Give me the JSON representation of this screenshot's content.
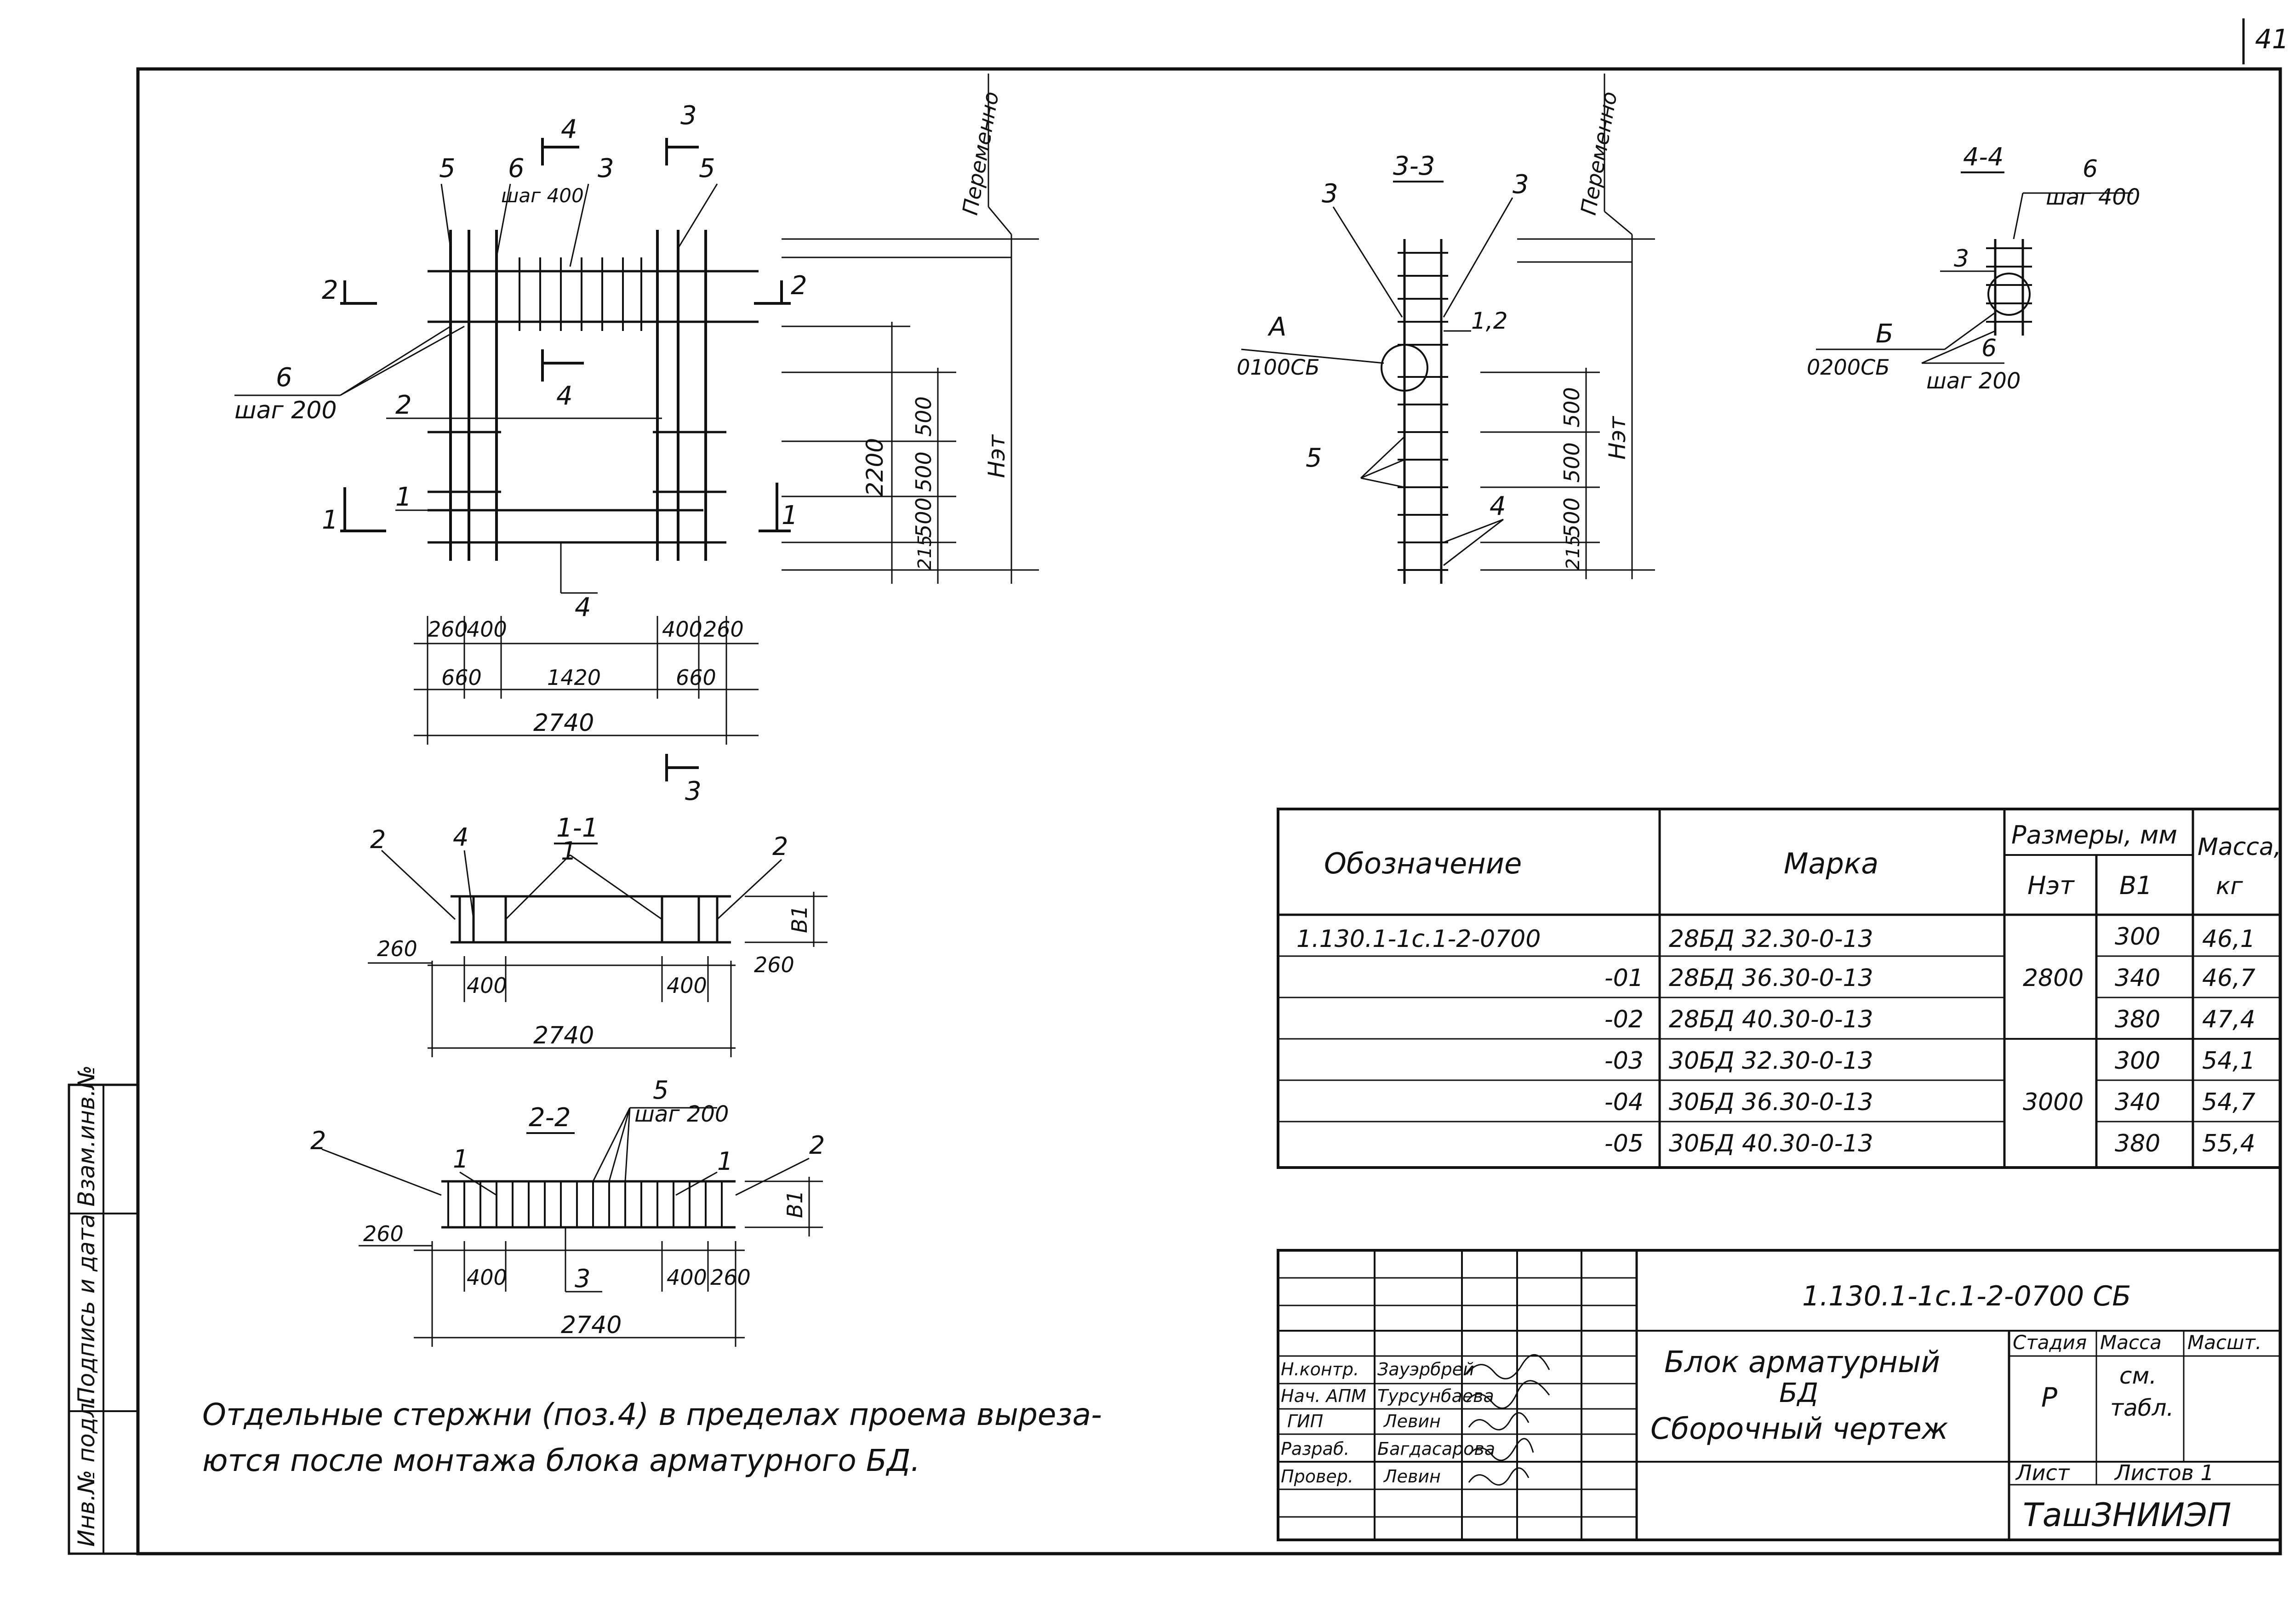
{
  "sheet": {
    "page_number": "41",
    "side_stamp": {
      "inv_label": "Инв.№ подл.",
      "sign_label": "Подпись и дата",
      "replace_label": "Взам.инв.№"
    }
  },
  "elevation": {
    "markers": [
      "1",
      "2",
      "3",
      "4",
      "5",
      "6"
    ],
    "step_400": "шаг 400",
    "step_200": "шаг 200",
    "variable_label": "Переменно",
    "h_label": "Нэт",
    "dims_vertical": [
      "2200",
      "500",
      "500",
      "500",
      "215"
    ],
    "dims_top": [
      "260",
      "400",
      "400",
      "260"
    ],
    "dims_mid": [
      "660",
      "1420",
      "660"
    ],
    "dim_total": "2740"
  },
  "section_33": {
    "title": "3-3",
    "node_A_label": "А",
    "node_A_ref": "0100СБ",
    "label_12": "1,2",
    "labels": [
      "3",
      "3",
      "5",
      "4"
    ],
    "variable_label": "Переменно",
    "h_label": "Нэт",
    "dims_vertical": [
      "500",
      "500",
      "500",
      "215"
    ]
  },
  "section_44": {
    "title": "4-4",
    "node_B_label": "Б",
    "node_B_ref": "0200СБ",
    "step_400": "шаг 400",
    "step_200": "шаг 200",
    "labels": [
      "6",
      "3",
      "6"
    ]
  },
  "section_11": {
    "title": "1-1",
    "labels": [
      "2",
      "4",
      "1",
      "2"
    ],
    "dims": [
      "260",
      "400",
      "400",
      "260"
    ],
    "dim_total": "2740",
    "b1": "В1"
  },
  "section_22": {
    "title": "2-2",
    "labels": [
      "2",
      "1",
      "5",
      "1",
      "2",
      "3"
    ],
    "step_200": "шаг 200",
    "dims": [
      "260",
      "400",
      "400",
      "260"
    ],
    "dim_total": "2740",
    "b1": "В1"
  },
  "note": {
    "line1": "Отдельные стержни (поз.4) в пределах проема выреза-",
    "line2": "ются после монтажа блока арматурного БД."
  },
  "spec_table": {
    "headers": {
      "designation": "Обозначение",
      "mark": "Марка",
      "sizes": "Размеры, мм",
      "h": "Нэт",
      "b": "В1",
      "mass": "Масса,",
      "mass_unit": "кг"
    },
    "rows": [
      {
        "designation": "1.130.1-1с.1-2-0700",
        "mark": "28БД 32.30-0-13",
        "h": "2800",
        "b": "300",
        "mass": "46,1"
      },
      {
        "designation": "-01",
        "mark": "28БД 36.30-0-13",
        "h": "",
        "b": "340",
        "mass": "46,7"
      },
      {
        "designation": "-02",
        "mark": "28БД 40.30-0-13",
        "h": "",
        "b": "380",
        "mass": "47,4"
      },
      {
        "designation": "-03",
        "mark": "30БД 32.30-0-13",
        "h": "3000",
        "b": "300",
        "mass": "54,1"
      },
      {
        "designation": "-04",
        "mark": "30БД 36.30-0-13",
        "h": "",
        "b": "340",
        "mass": "54,7"
      },
      {
        "designation": "-05",
        "mark": "30БД 40.30-0-13",
        "h": "",
        "b": "380",
        "mass": "55,4"
      }
    ]
  },
  "title_block": {
    "code": "1.130.1-1с.1-2-0700 СБ",
    "name_line1": "Блок арматурный",
    "name_line2": "БД",
    "name_line3": "Сборочный чертеж",
    "stage_label": "Стадия",
    "mass_label": "Масса",
    "scale_label": "Масшт.",
    "stage_value": "Р",
    "mass_value_1": "см.",
    "mass_value_2": "табл.",
    "sheet_label": "Лист",
    "sheets_label": "Листов 1",
    "org": "ТашЗНИИЭП",
    "roles": [
      {
        "role": "Н.контр.",
        "name": "Зауэрбрей"
      },
      {
        "role": "Нач. АПМ",
        "name": "Турсунбаева"
      },
      {
        "role": "ГИП",
        "name": "Левин"
      },
      {
        "role": "Разраб.",
        "name": "Багдасарова"
      },
      {
        "role": "Провер.",
        "name": "Левин"
      }
    ]
  }
}
